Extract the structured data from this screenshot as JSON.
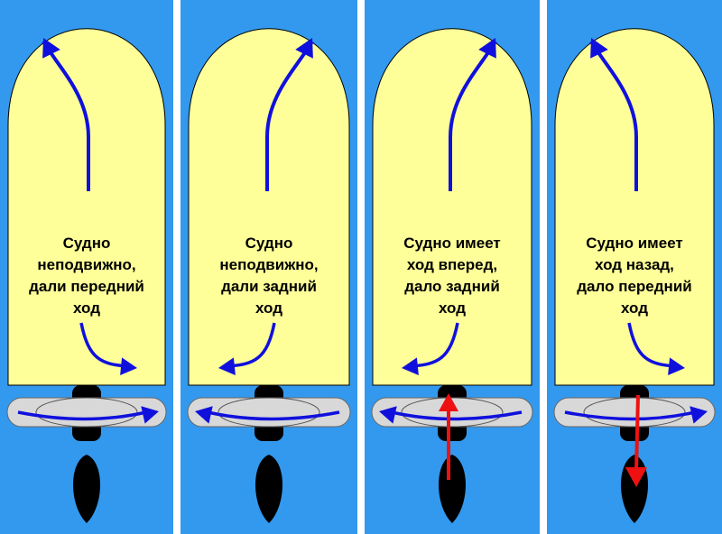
{
  "colors": {
    "background": "#3399ee",
    "hull": "#ffff99",
    "hull_outline": "#000000",
    "flow_arrow": "#1010dd",
    "motion_arrow": "#ee1111",
    "propeller_disc": "#d8d8d8",
    "shaft": "#000000"
  },
  "panels": [
    {
      "caption": [
        "Судно",
        "неподвижно,",
        "дали передний",
        "ход"
      ],
      "top_arrow": "up-left",
      "stern_arrow": "down-right",
      "rotation": "right",
      "motion": "none"
    },
    {
      "caption": [
        "Судно",
        "неподвижно,",
        "дали задний",
        "ход"
      ],
      "top_arrow": "up-right",
      "stern_arrow": "down-left",
      "rotation": "left",
      "motion": "none"
    },
    {
      "caption": [
        "Судно имеет",
        "ход вперед,",
        "дало задний",
        "ход"
      ],
      "top_arrow": "up-right",
      "stern_arrow": "down-left",
      "rotation": "left",
      "motion": "forward"
    },
    {
      "caption": [
        "Судно имеет",
        "ход назад,",
        "дало передний",
        "ход"
      ],
      "top_arrow": "up-left",
      "stern_arrow": "down-right",
      "rotation": "right",
      "motion": "backward"
    }
  ]
}
